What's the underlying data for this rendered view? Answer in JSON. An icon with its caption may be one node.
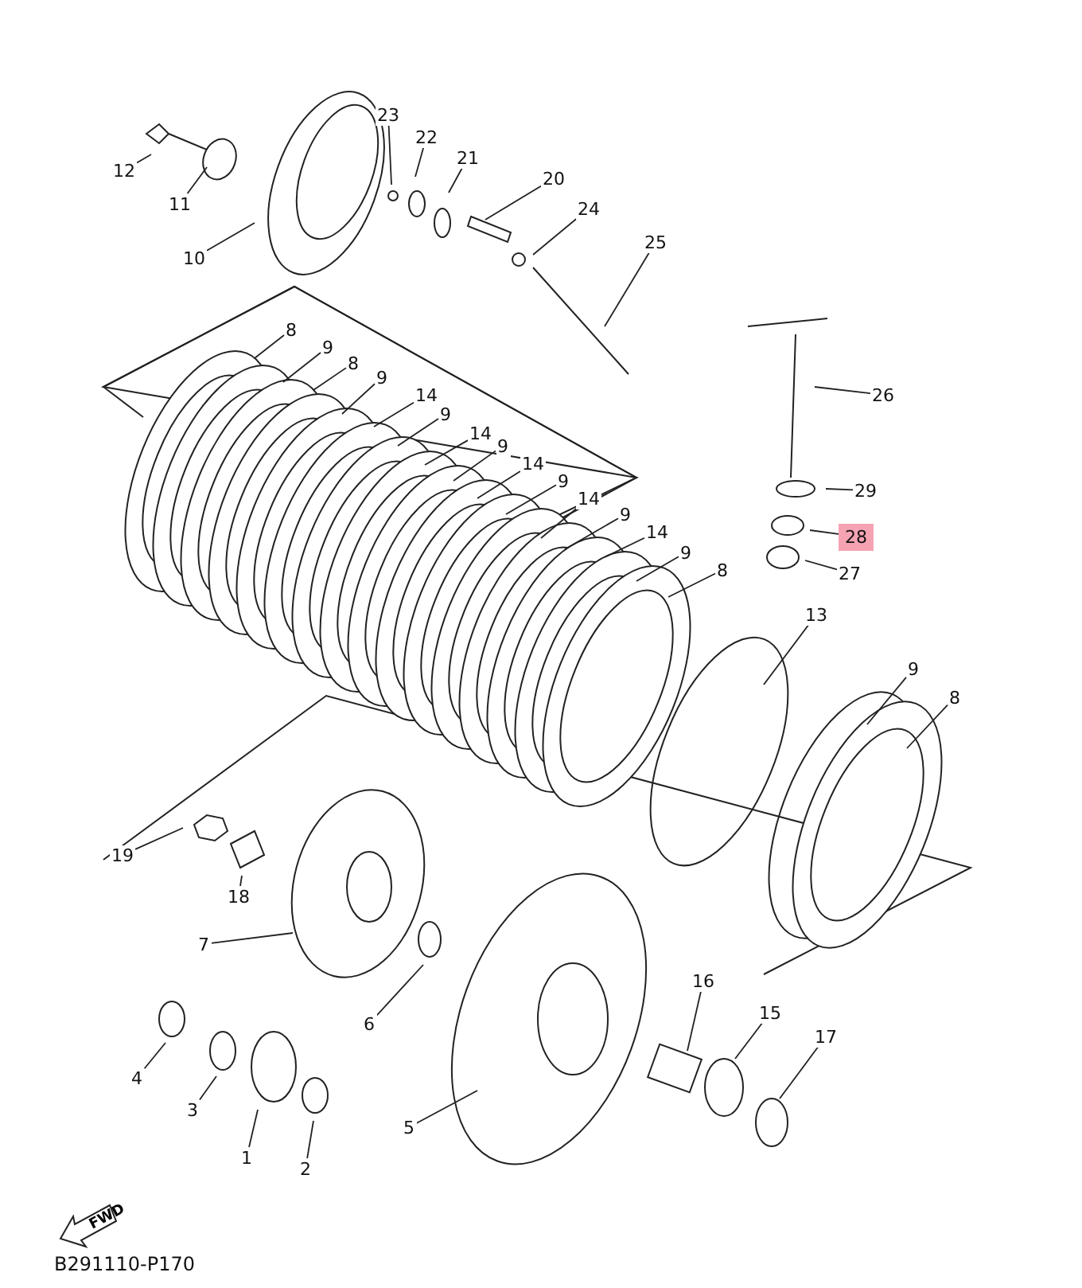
{
  "diagram": {
    "nodes": [
      {
        "text": [
          "23"
        ]
      },
      {
        "text": [
          "22"
        ]
      },
      {
        "text": [
          "21"
        ]
      },
      {
        "text": [
          "12"
        ]
      },
      {
        "text": [
          "20"
        ]
      },
      {
        "text": [
          "11"
        ]
      },
      {
        "text": [
          "24"
        ]
      },
      {
        "text": [
          "25"
        ]
      },
      {
        "text": [
          "10"
        ]
      },
      {
        "text": [
          "8"
        ]
      },
      {
        "text": [
          "9"
        ]
      },
      {
        "text": [
          "8"
        ]
      },
      {
        "text": [
          "9"
        ]
      },
      {
        "text": [
          "26"
        ]
      },
      {
        "text": [
          "14"
        ]
      },
      {
        "text": [
          "9"
        ]
      },
      {
        "text": [
          "14"
        ]
      },
      {
        "text": [
          "9"
        ]
      },
      {
        "text": [
          "14"
        ]
      },
      {
        "text": [
          "9"
        ]
      },
      {
        "text": [
          "29"
        ]
      },
      {
        "text": [
          "14"
        ]
      },
      {
        "text": [
          "9"
        ]
      },
      {
        "text": [
          "28"
        ]
      },
      {
        "text": [
          "14"
        ]
      },
      {
        "text": [
          "9"
        ]
      },
      {
        "text": [
          "8"
        ]
      },
      {
        "text": [
          "27"
        ]
      },
      {
        "text": [
          "13"
        ]
      },
      {
        "text": [
          "9"
        ]
      },
      {
        "text": [
          "8"
        ]
      },
      {
        "text": [
          "19"
        ]
      },
      {
        "text": [
          "18"
        ]
      },
      {
        "text": [
          "7"
        ]
      },
      {
        "text": [
          "16"
        ]
      },
      {
        "text": [
          "15"
        ]
      },
      {
        "text": [
          "6"
        ]
      },
      {
        "text": [
          "17"
        ]
      },
      {
        "text": [
          "4"
        ]
      },
      {
        "text": [
          "3"
        ]
      },
      {
        "text": [
          "5"
        ]
      },
      {
        "text": [
          "1"
        ]
      },
      {
        "text": [
          "2"
        ]
      }
    ],
    "edges": [
      {
        "from": 0,
        "to": null,
        "arrow": "none"
      },
      {
        "from": 1,
        "to": null,
        "arrow": "none"
      },
      {
        "from": 2,
        "to": null,
        "arrow": "none"
      },
      {
        "from": 3,
        "to": null,
        "arrow": "none"
      },
      {
        "from": 4,
        "to": null,
        "arrow": "none"
      },
      {
        "from": 5,
        "to": null,
        "arrow": "none"
      },
      {
        "from": 6,
        "to": null,
        "arrow": "none"
      },
      {
        "from": 7,
        "to": null,
        "arrow": "none"
      },
      {
        "from": 8,
        "to": null,
        "arrow": "none"
      },
      {
        "from": 9,
        "to": null,
        "arrow": "none"
      },
      {
        "from": 10,
        "to": null,
        "arrow": "none"
      },
      {
        "from": 11,
        "to": null,
        "arrow": "none"
      },
      {
        "from": 12,
        "to": null,
        "arrow": "none"
      },
      {
        "from": 13,
        "to": null,
        "arrow": "none"
      },
      {
        "from": 14,
        "to": null,
        "arrow": "none"
      },
      {
        "from": 15,
        "to": null,
        "arrow": "none"
      },
      {
        "from": 16,
        "to": null,
        "arrow": "none"
      },
      {
        "from": 17,
        "to": null,
        "arrow": "none"
      },
      {
        "from": 18,
        "to": null,
        "arrow": "none"
      },
      {
        "from": 19,
        "to": null,
        "arrow": "none"
      },
      {
        "from": 20,
        "to": null,
        "arrow": "none"
      },
      {
        "from": 21,
        "to": null,
        "arrow": "none"
      },
      {
        "from": 22,
        "to": null,
        "arrow": "none"
      },
      {
        "from": 23,
        "to": null,
        "arrow": "none"
      },
      {
        "from": 24,
        "to": null,
        "arrow": "none"
      },
      {
        "from": 25,
        "to": null,
        "arrow": "none"
      },
      {
        "from": 26,
        "to": null,
        "arrow": "none"
      },
      {
        "from": 27,
        "to": null,
        "arrow": "none"
      },
      {
        "from": 28,
        "to": null,
        "arrow": "none"
      },
      {
        "from": 29,
        "to": null,
        "arrow": "none"
      },
      {
        "from": 30,
        "to": null,
        "arrow": "none"
      },
      {
        "from": 31,
        "to": null,
        "arrow": "none"
      },
      {
        "from": 32,
        "to": null,
        "arrow": "none"
      },
      {
        "from": 33,
        "to": null,
        "arrow": "none"
      },
      {
        "from": 34,
        "to": null,
        "arrow": "none"
      },
      {
        "from": 35,
        "to": null,
        "arrow": "none"
      },
      {
        "from": 36,
        "to": null,
        "arrow": "none"
      },
      {
        "from": 37,
        "to": null,
        "arrow": "none"
      },
      {
        "from": 38,
        "to": null,
        "arrow": "none"
      },
      {
        "from": 39,
        "to": null,
        "arrow": "none"
      },
      {
        "from": 40,
        "to": null,
        "arrow": "none"
      },
      {
        "from": 41,
        "to": null,
        "arrow": "none"
      },
      {
        "from": 42,
        "to": null,
        "arrow": "none"
      }
    ],
    "labels": [
      "FWD",
      "B291110-P170"
    ]
  }
}
